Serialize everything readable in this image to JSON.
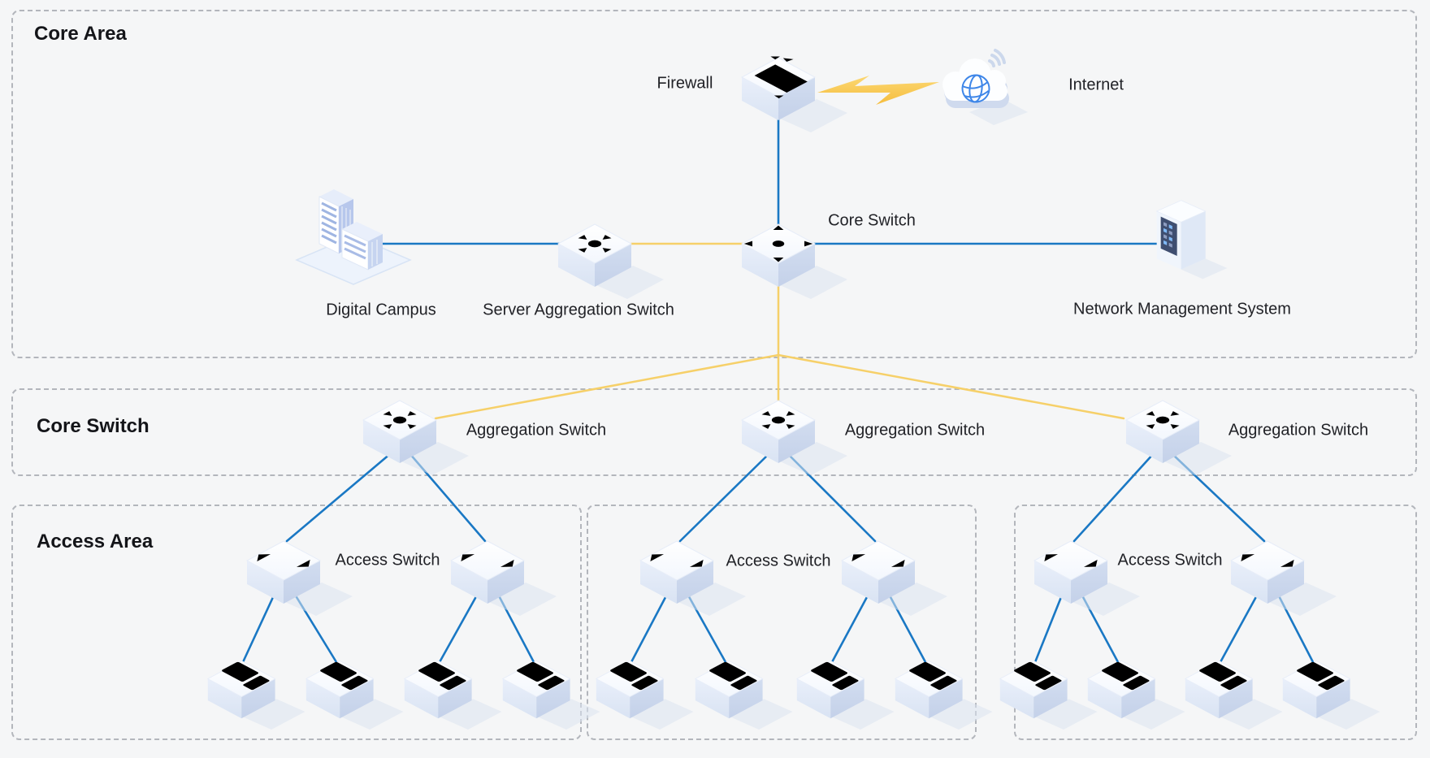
{
  "diagram_type": "network-topology",
  "sections": {
    "core_area": {
      "title": "Core Area"
    },
    "aggregation_band": {
      "title": "Core Switch"
    },
    "access_area": {
      "title": "Access Area"
    }
  },
  "nodes": {
    "firewall": {
      "label": "Firewall",
      "icon": "firewall-cube-icon"
    },
    "internet": {
      "label": "Internet",
      "icon": "internet-cloud-globe-icon"
    },
    "core_switch": {
      "label": "Core Switch",
      "icon": "core-switch-cube-icon"
    },
    "digital_campus": {
      "label": "Digital Campus",
      "icon": "campus-buildings-icon"
    },
    "server_aggregation_switch": {
      "label": "Server Aggregation Switch",
      "icon": "aggregation-switch-cube-icon"
    },
    "network_management_system": {
      "label": "Network Management System",
      "icon": "server-rack-icon"
    },
    "aggregation_switch": {
      "label": "Aggregation Switch",
      "count": 3,
      "icon": "aggregation-switch-cube-icon"
    },
    "access_switch": {
      "label": "Access Switch",
      "count": 6,
      "icon": "access-switch-cube-icon"
    },
    "pc": {
      "label": "",
      "count": 12,
      "icon": "pc-cube-icon"
    }
  },
  "links": [
    {
      "from": "firewall",
      "to": "internet",
      "style": "lightning-bolt"
    },
    {
      "from": "firewall",
      "to": "core_switch",
      "style": "blue"
    },
    {
      "from": "digital_campus",
      "to": "server_aggregation_switch",
      "style": "blue"
    },
    {
      "from": "server_aggregation_switch",
      "to": "core_switch",
      "style": "yellow"
    },
    {
      "from": "core_switch",
      "to": "network_management_system",
      "style": "blue"
    },
    {
      "from": "core_switch",
      "to": "aggregation_switch_1",
      "style": "yellow"
    },
    {
      "from": "core_switch",
      "to": "aggregation_switch_2",
      "style": "yellow"
    },
    {
      "from": "core_switch",
      "to": "aggregation_switch_3",
      "style": "yellow"
    },
    {
      "from": "aggregation_switch_1",
      "to": "access_switch_1a",
      "style": "blue"
    },
    {
      "from": "aggregation_switch_1",
      "to": "access_switch_1b",
      "style": "blue"
    },
    {
      "from": "aggregation_switch_2",
      "to": "access_switch_2a",
      "style": "blue"
    },
    {
      "from": "aggregation_switch_2",
      "to": "access_switch_2b",
      "style": "blue"
    },
    {
      "from": "aggregation_switch_3",
      "to": "access_switch_3a",
      "style": "blue"
    },
    {
      "from": "aggregation_switch_3",
      "to": "access_switch_3b",
      "style": "blue"
    },
    {
      "from": "access_switch_1a",
      "to": "pc_1",
      "style": "blue"
    },
    {
      "from": "access_switch_1a",
      "to": "pc_2",
      "style": "blue"
    },
    {
      "from": "access_switch_1b",
      "to": "pc_3",
      "style": "blue"
    },
    {
      "from": "access_switch_1b",
      "to": "pc_4",
      "style": "blue"
    },
    {
      "from": "access_switch_2a",
      "to": "pc_5",
      "style": "blue"
    },
    {
      "from": "access_switch_2a",
      "to": "pc_6",
      "style": "blue"
    },
    {
      "from": "access_switch_2b",
      "to": "pc_7",
      "style": "blue"
    },
    {
      "from": "access_switch_2b",
      "to": "pc_8",
      "style": "blue"
    },
    {
      "from": "access_switch_3a",
      "to": "pc_9",
      "style": "blue"
    },
    {
      "from": "access_switch_3a",
      "to": "pc_10",
      "style": "blue"
    },
    {
      "from": "access_switch_3b",
      "to": "pc_11",
      "style": "blue"
    },
    {
      "from": "access_switch_3b",
      "to": "pc_12",
      "style": "blue"
    }
  ],
  "colors": {
    "background": "#f5f6f7",
    "dashed_border": "#b3b6bc",
    "link_blue": "#1a78c4",
    "link_yellow": "#f6d069",
    "bolt_gold": "#f8c64b",
    "icon_stroke_blue": "#4a90e8",
    "label_text": "#212227",
    "section_title_text": "#141519"
  }
}
